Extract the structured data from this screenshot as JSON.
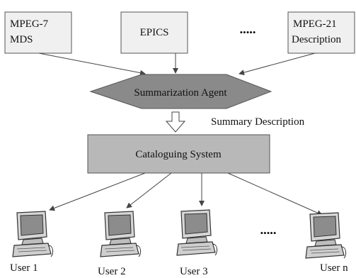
{
  "sources": [
    {
      "line1": "MPEG-7",
      "line2": "MDS"
    },
    {
      "line1": "EPICS",
      "line2": ""
    },
    {
      "line1": "MPEG-21",
      "line2": "Description"
    }
  ],
  "sources_ellipsis": "•••••",
  "agent_label": "Summarization Agent",
  "summary_label": "Summary Description",
  "catalog_label": "Cataloguing System",
  "users": [
    "User 1",
    "User 2",
    "User 3",
    "User n"
  ],
  "users_ellipsis": "•••••",
  "colors": {
    "box_fill": "#f0f0f0",
    "agent_fill": "#8a8a8a",
    "catalog_fill": "#b8b8b8",
    "line": "#444444"
  }
}
